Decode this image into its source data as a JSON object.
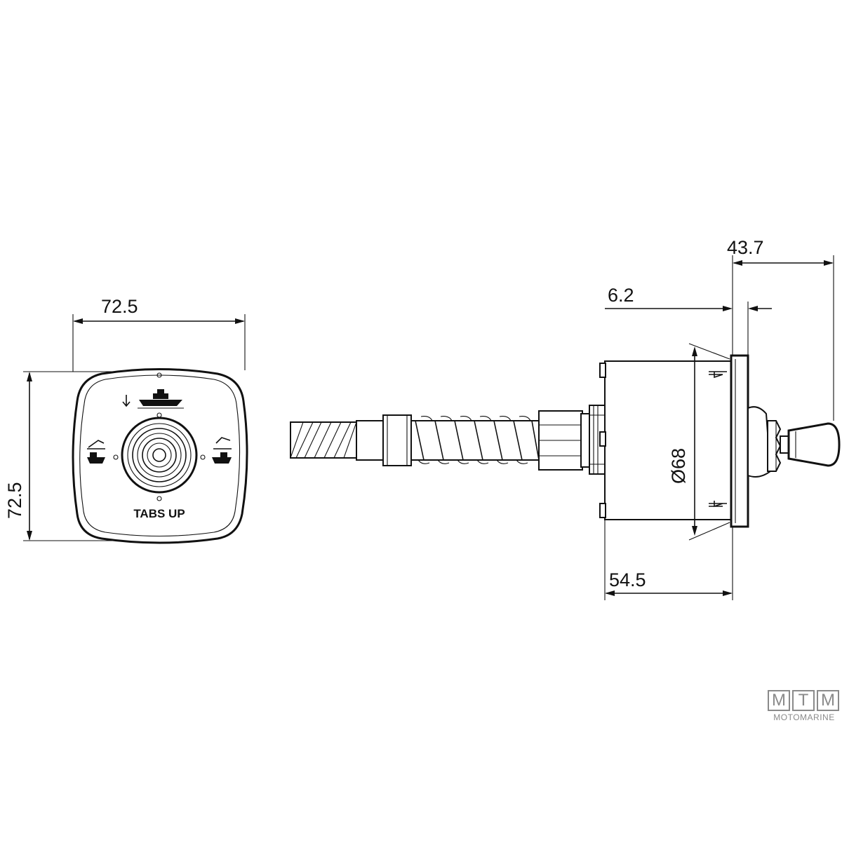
{
  "front_view": {
    "width_dim": "72.5",
    "height_dim": "72.5",
    "label": "TABS UP"
  },
  "side_view": {
    "depth_dim": "54.5",
    "diameter_dim": "Ø68",
    "flange_dim": "6.2",
    "lever_dim": "43.7"
  },
  "logo": {
    "letters": [
      "M",
      "T",
      "M"
    ],
    "subtitle": "MOTOMARINE"
  }
}
